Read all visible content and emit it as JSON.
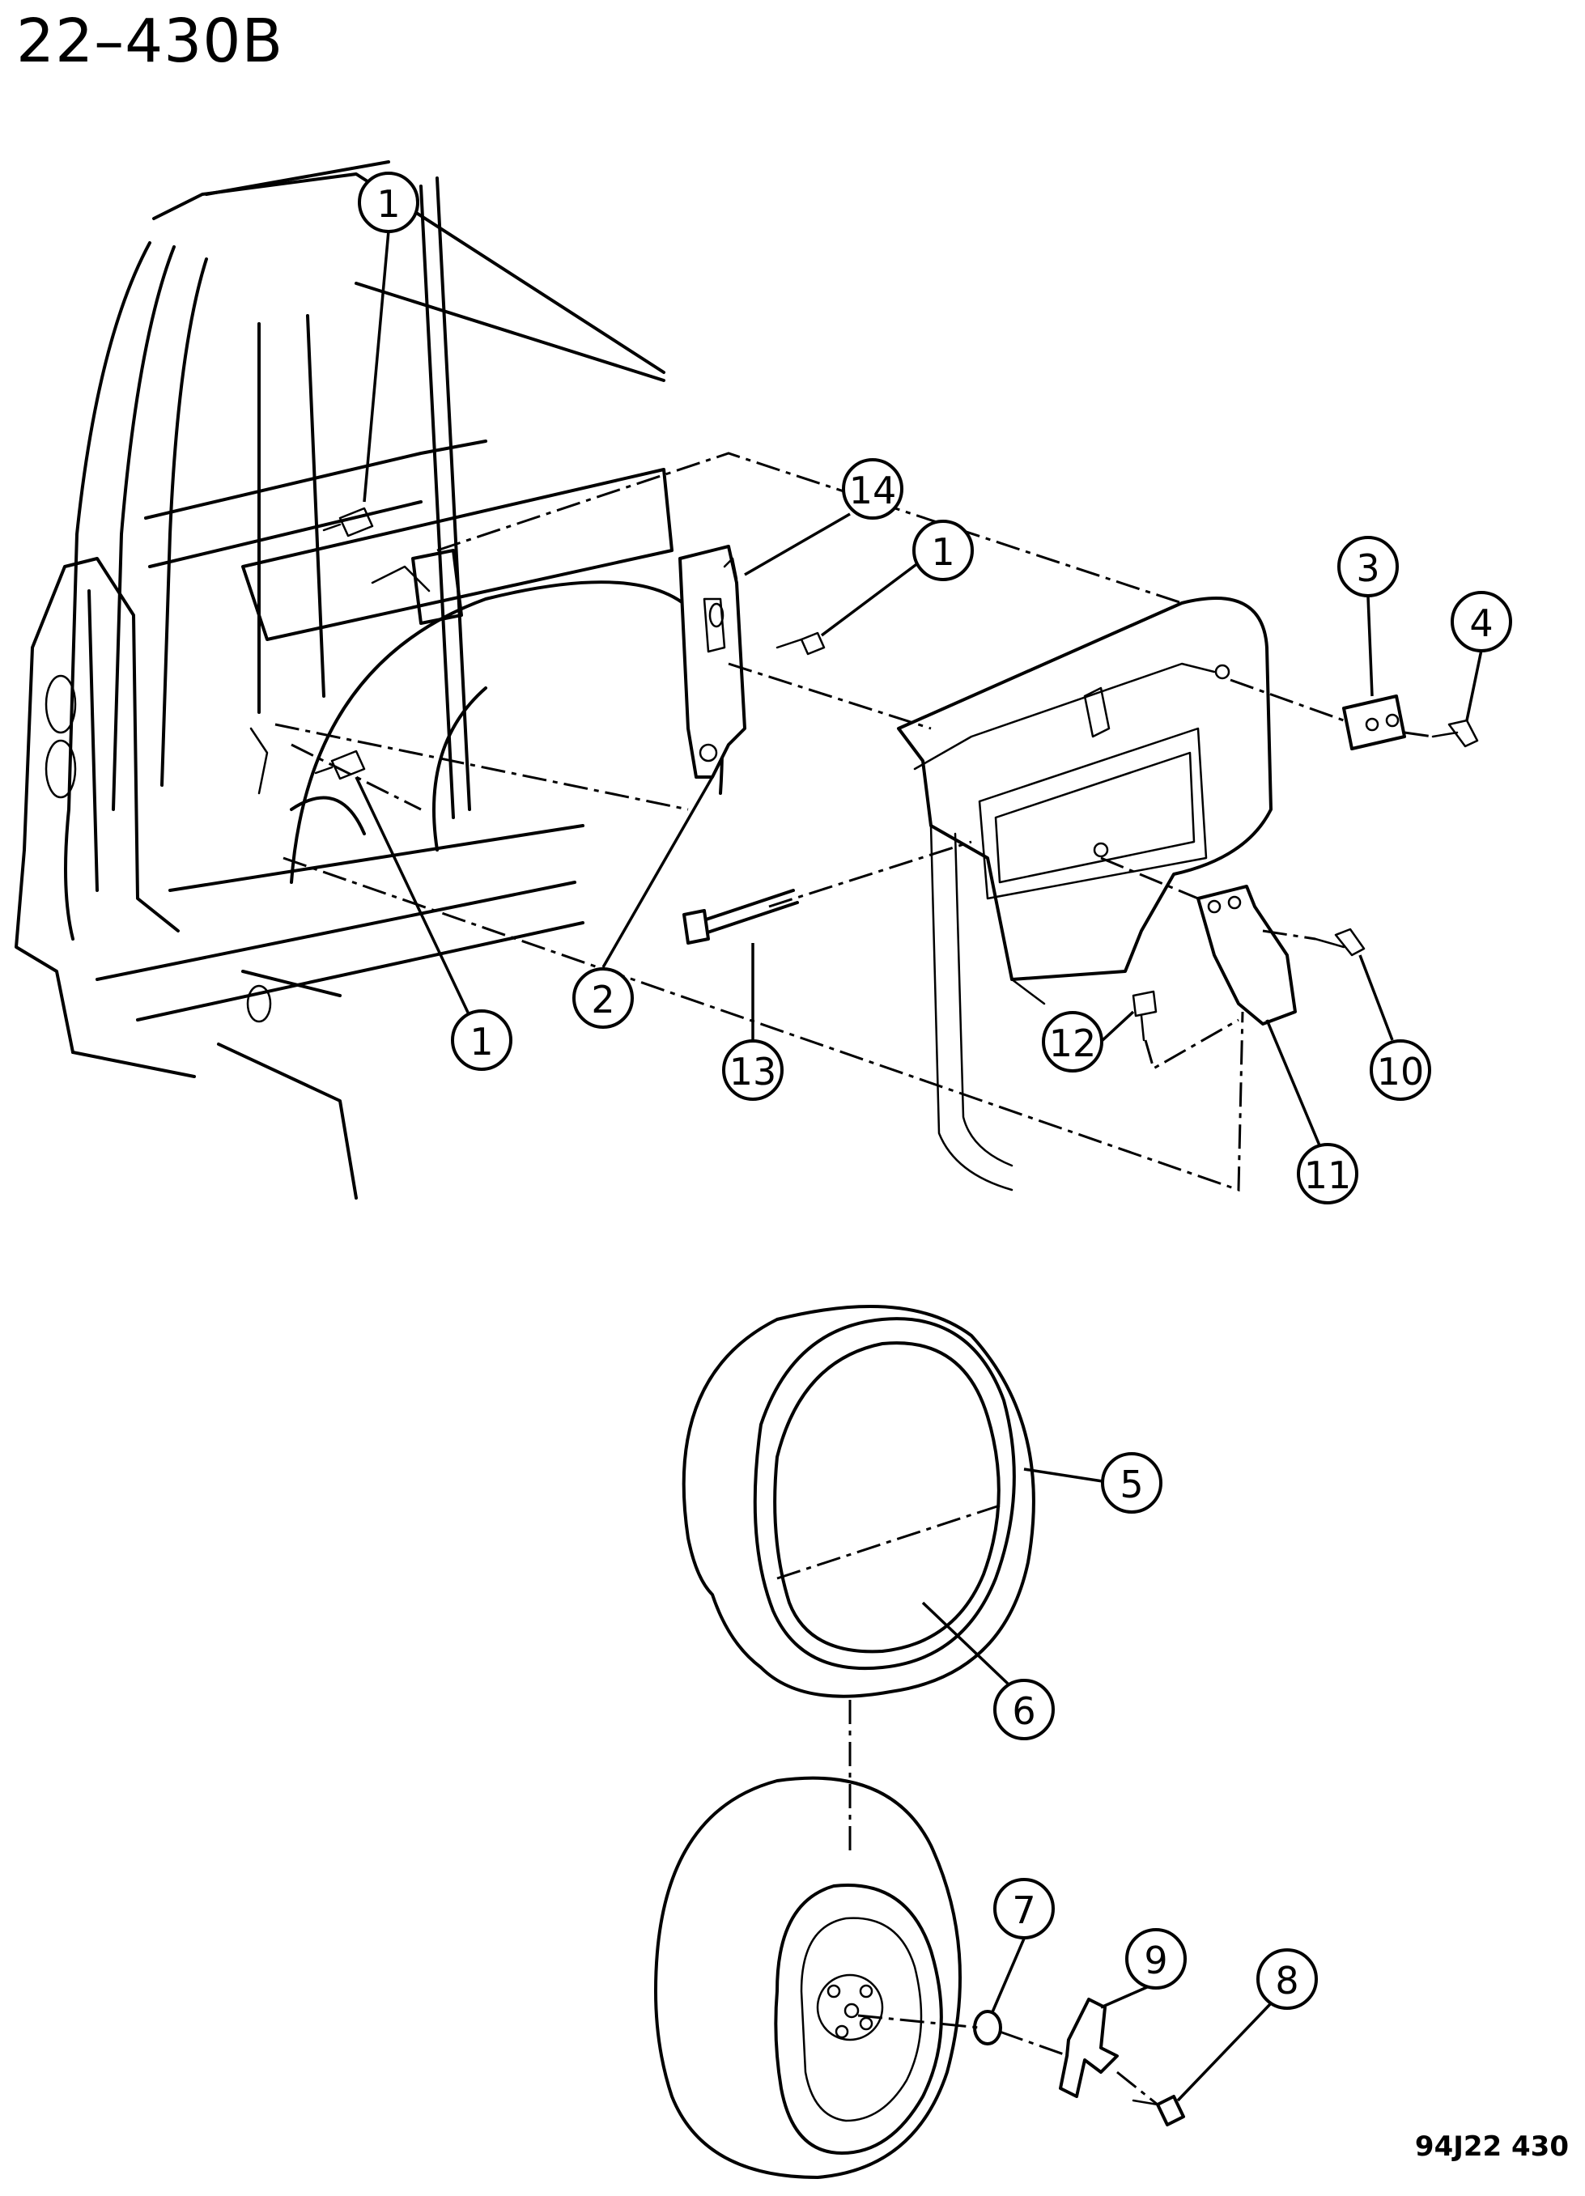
{
  "header": {
    "title": "22–430B"
  },
  "footer": {
    "ref_code": "94J22  430"
  },
  "callouts": [
    {
      "label": "1"
    },
    {
      "label": "14"
    },
    {
      "label": "1"
    },
    {
      "label": "3"
    },
    {
      "label": "4"
    },
    {
      "label": "1"
    },
    {
      "label": "2"
    },
    {
      "label": "13"
    },
    {
      "label": "12"
    },
    {
      "label": "10"
    },
    {
      "label": "11"
    },
    {
      "label": "5"
    },
    {
      "label": "6"
    },
    {
      "label": "7"
    },
    {
      "label": "9"
    },
    {
      "label": "8"
    }
  ]
}
